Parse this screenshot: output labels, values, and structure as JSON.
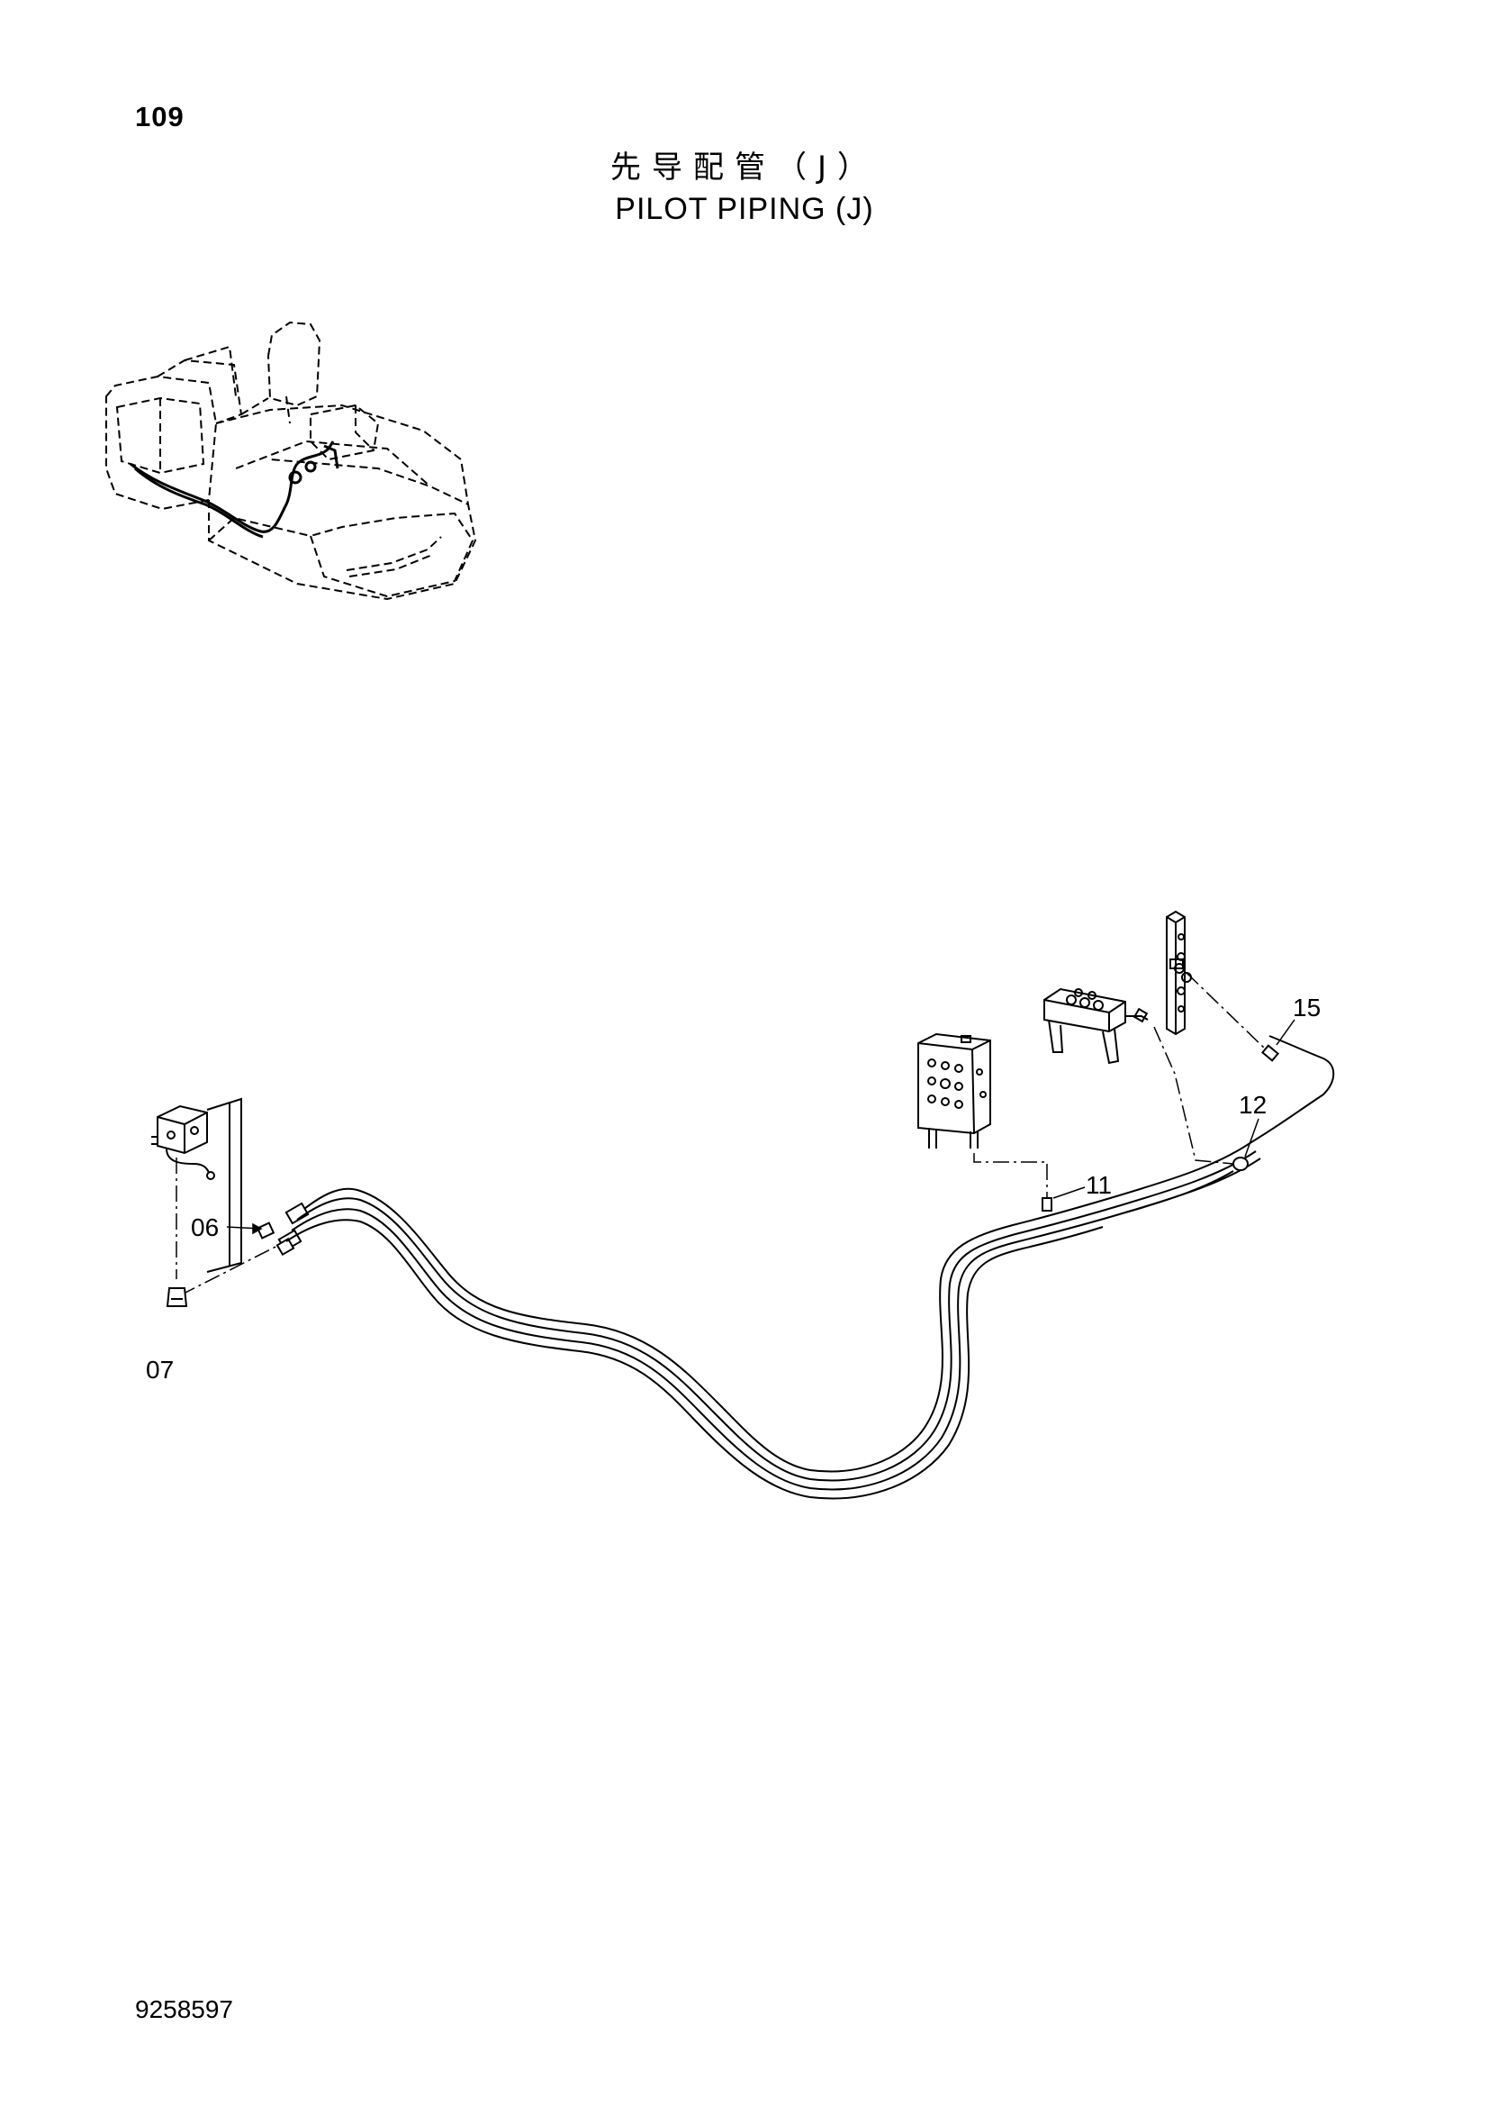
{
  "page": {
    "number": "109",
    "title_cn": "先导配管（J）",
    "title_en": "PILOT PIPING (J)",
    "drawing_number": "9258597"
  },
  "callouts": [
    {
      "id": "06",
      "label": "06"
    },
    {
      "id": "07",
      "label": "07"
    },
    {
      "id": "11",
      "label": "11"
    },
    {
      "id": "12",
      "label": "12"
    },
    {
      "id": "15",
      "label": "15"
    }
  ]
}
